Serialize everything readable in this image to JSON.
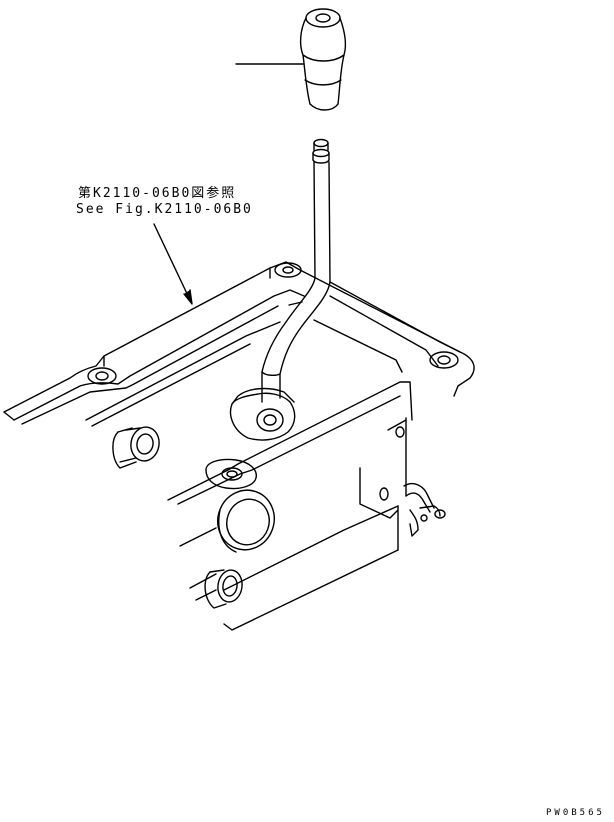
{
  "reference": {
    "japanese": "第K2110-06B0図参照",
    "english": "See Fig.K2110-06B0"
  },
  "drawing_code": "PW0B565",
  "colors": {
    "line": "#000000",
    "background": "#ffffff"
  }
}
